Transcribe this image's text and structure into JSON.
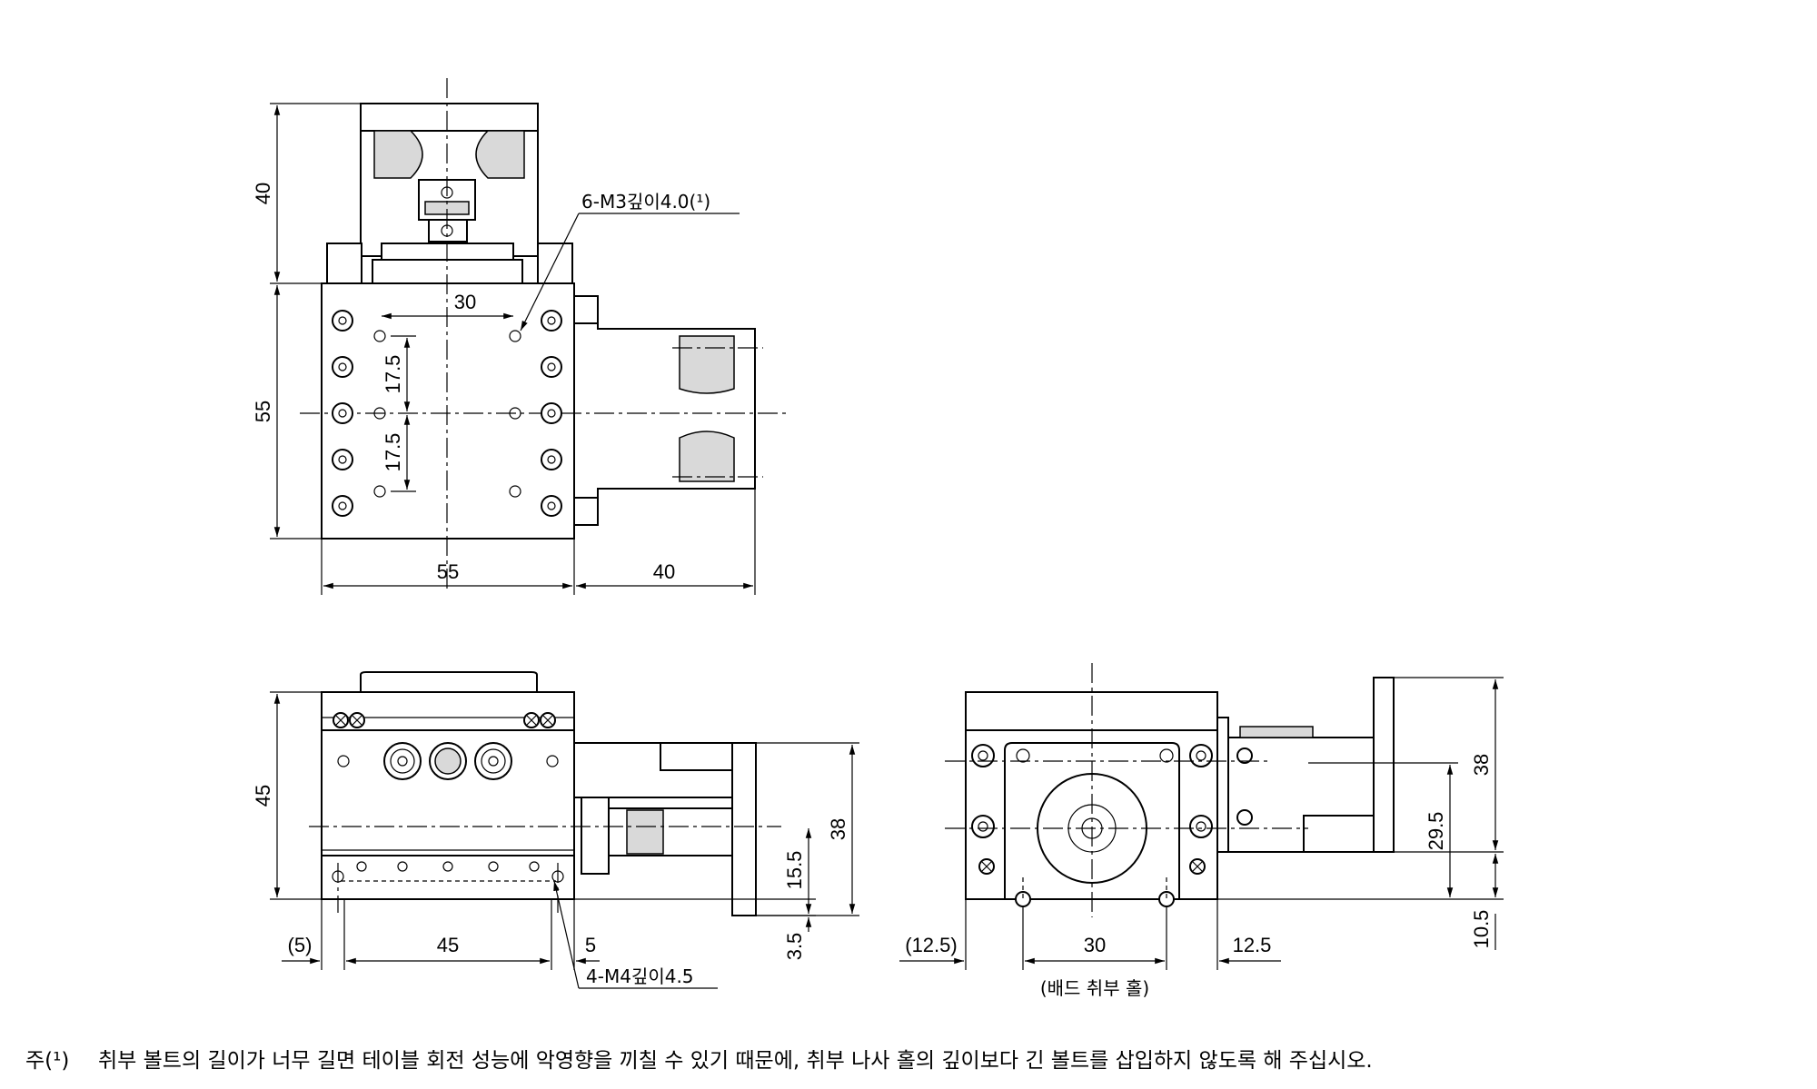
{
  "top_view": {
    "dim_height_upper": "40",
    "dim_height_body": "55",
    "dim_hole_pitch_x": "30",
    "dim_hole_pitch_y1": "17.5",
    "dim_hole_pitch_y2": "17.5",
    "dim_width_body": "55",
    "dim_width_extension": "40",
    "callout_tapped_holes": "6-M3깊이4.0(¹)"
  },
  "front_view": {
    "dim_height_total": "45",
    "dim_height_knob": "38",
    "dim_axis_height": "15.5",
    "dim_step": "3.5",
    "dim_offset_left": "(5)",
    "dim_mount_pitch": "45",
    "dim_offset_right": "5",
    "callout_mount_holes": "4-M4깊이4.5"
  },
  "side_view": {
    "dim_offset_left": "(12.5)",
    "dim_band_pitch": "30",
    "dim_offset_right": "12.5",
    "dim_height_total": "38",
    "dim_axis_height": "29.5",
    "dim_base_height": "10.5",
    "caption_band_holes": "(배드 취부 홀)"
  },
  "footnote": {
    "marker": "주(¹)",
    "text": "취부 볼트의 길이가 너무 길면 테이블 회전 성능에 악영향을 끼칠 수 있기 때문에, 취부 나사 홀의 깊이보다 긴 볼트를 삽입하지 않도록 해 주십시오."
  }
}
